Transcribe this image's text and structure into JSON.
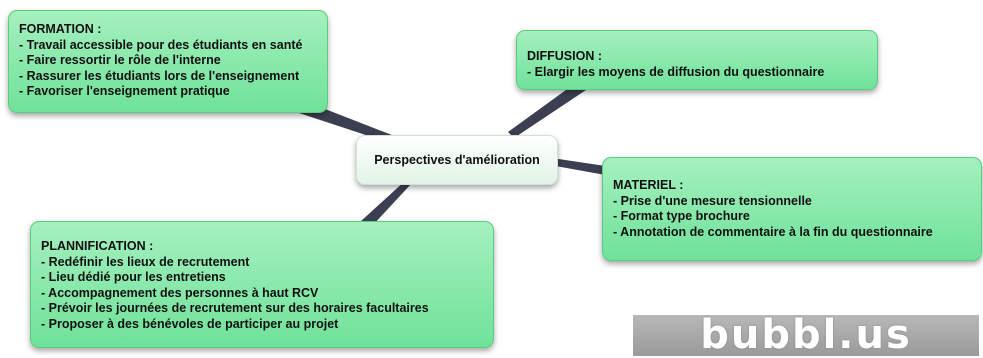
{
  "central": {
    "label": "Perspectives d'amélioration"
  },
  "formation": {
    "title": "FORMATION :",
    "items": [
      "- Travail accessible pour des étudiants en santé",
      "- Faire ressortir le rôle de l'interne",
      "- Rassurer les étudiants lors de l'enseignement",
      "- Favoriser l'enseignement pratique"
    ]
  },
  "diffusion": {
    "title": "DIFFUSION :",
    "items": [
      "- Elargir les moyens de diffusion du questionnaire"
    ]
  },
  "materiel": {
    "title": "MATERIEL :",
    "items": [
      "- Prise d'une mesure tensionnelle",
      "- Format type brochure",
      "- Annotation de commentaire à la fin du questionnaire"
    ]
  },
  "plannification": {
    "title": "PLANNIFICATION :",
    "items": [
      "- Redéfinir les lieux de recrutement",
      "- Lieu dédié pour les entretiens",
      "- Accompagnement des personnes à haut RCV",
      "- Prévoir les journées de recrutement sur des horaires facultaires",
      "- Proposer à des bénévoles de participer au projet"
    ]
  },
  "watermark": {
    "text": "bubbl.us"
  },
  "colors": {
    "bubble_fill": "#7ee6a3",
    "bubble_border": "#58cc80",
    "connector": "#3c3f52",
    "central_fill": "#eef9f1"
  }
}
